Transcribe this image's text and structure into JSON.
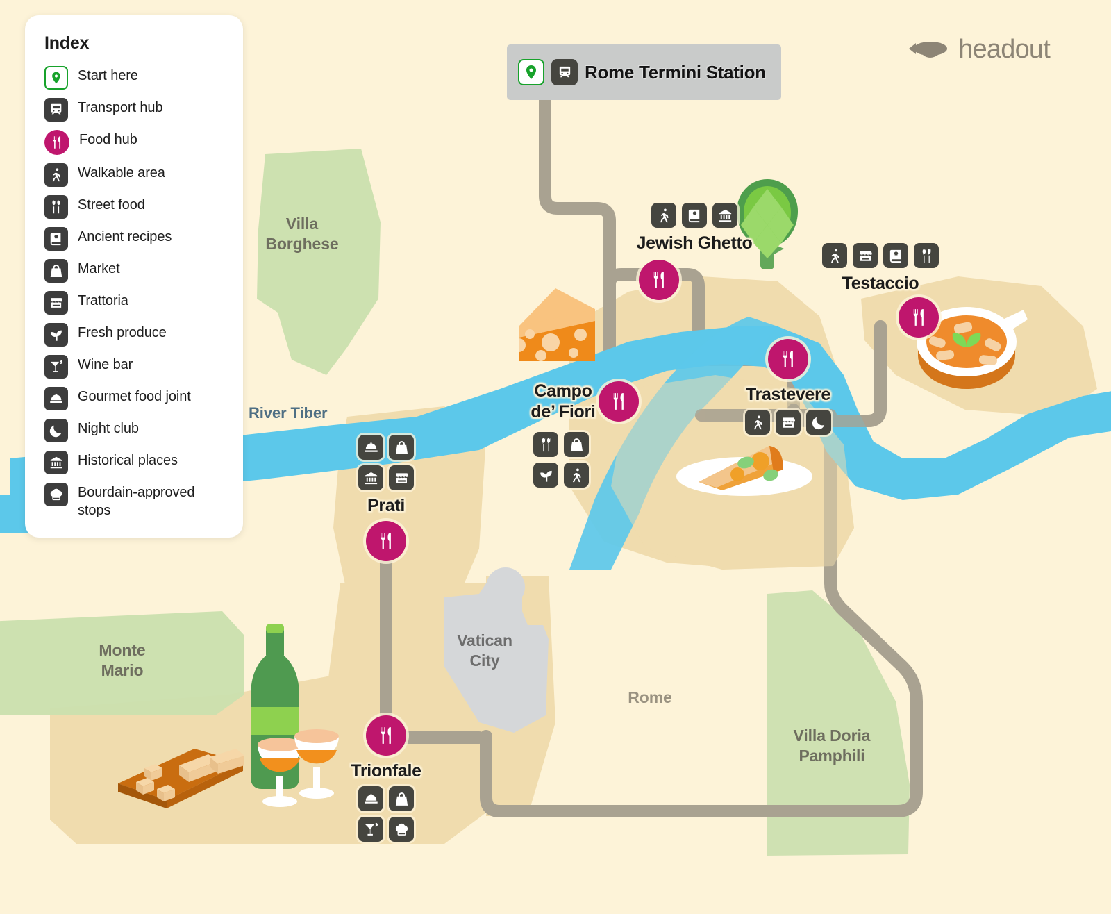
{
  "brand": {
    "name": "headout",
    "logo_icon": "blimp-icon"
  },
  "legend": {
    "title": "Index",
    "items": [
      {
        "label": "Start here",
        "icon": "start-pin-icon",
        "style": "start"
      },
      {
        "label": "Transport hub",
        "icon": "train-icon",
        "style": "dark"
      },
      {
        "label": "Food hub",
        "icon": "fork-knife-icon",
        "style": "pink"
      },
      {
        "label": "Walkable area",
        "icon": "walking-person-icon",
        "style": "dark"
      },
      {
        "label": "Street food",
        "icon": "street-food-icon",
        "style": "dark"
      },
      {
        "label": "Ancient recipes",
        "icon": "recipe-book-icon",
        "style": "dark"
      },
      {
        "label": "Market",
        "icon": "market-bag-icon",
        "style": "dark"
      },
      {
        "label": "Trattoria",
        "icon": "trattoria-icon",
        "style": "dark"
      },
      {
        "label": "Fresh produce",
        "icon": "sprout-icon",
        "style": "dark"
      },
      {
        "label": "Wine bar",
        "icon": "cocktail-glass-icon",
        "style": "dark"
      },
      {
        "label": "Gourmet food joint",
        "icon": "cloche-icon",
        "style": "dark"
      },
      {
        "label": "Night club",
        "icon": "moon-icon",
        "style": "dark"
      },
      {
        "label": "Historical places",
        "icon": "museum-icon",
        "style": "dark"
      },
      {
        "label": "Bourdain-approved stops",
        "icon": "chef-hat-icon",
        "style": "dark"
      }
    ]
  },
  "terminus": {
    "label": "Rome Termini Station",
    "icons": [
      "start-pin-icon",
      "train-icon"
    ]
  },
  "hubs": [
    {
      "id": "jewish-ghetto",
      "name": "Jewish Ghetto",
      "icons": [
        "walking-person-icon",
        "recipe-book-icon",
        "museum-icon"
      ],
      "food_hub": true
    },
    {
      "id": "testaccio",
      "name": "Testaccio",
      "icons": [
        "walking-person-icon",
        "trattoria-icon",
        "recipe-book-icon",
        "street-food-icon"
      ],
      "food_hub": true
    },
    {
      "id": "trastevere",
      "name": "Trastevere",
      "icons": [
        "walking-person-icon",
        "trattoria-icon",
        "moon-icon"
      ],
      "food_hub": true
    },
    {
      "id": "campo-de-fiori",
      "name": "Campo\nde’ Fiori",
      "name_line1": "Campo",
      "name_line2": "de’ Fiori",
      "icons": [
        "street-food-icon",
        "market-bag-icon",
        "sprout-icon",
        "walking-person-icon"
      ],
      "food_hub": true
    },
    {
      "id": "prati",
      "name": "Prati",
      "icons": [
        "cloche-icon",
        "market-bag-icon",
        "museum-icon",
        "trattoria-icon"
      ],
      "food_hub": true
    },
    {
      "id": "trionfale",
      "name": "Trionfale",
      "icons": [
        "cloche-icon",
        "market-bag-icon",
        "cocktail-glass-icon",
        "chef-hat-icon"
      ],
      "food_hub": true
    }
  ],
  "areas": [
    {
      "id": "villa-borghese",
      "line1": "Villa",
      "line2": "Borghese",
      "kind": "park"
    },
    {
      "id": "monte-mario",
      "line1": "Monte",
      "line2": "Mario",
      "kind": "park"
    },
    {
      "id": "villa-doria-pamphili",
      "line1": "Villa Doria",
      "line2": "Pamphili",
      "kind": "park"
    },
    {
      "id": "vatican-city",
      "line1": "Vatican",
      "line2": "City",
      "kind": "state"
    },
    {
      "id": "rome",
      "line1": "Rome",
      "line2": "",
      "kind": "city"
    },
    {
      "id": "river-tiber",
      "line1": "River Tiber",
      "line2": "",
      "kind": "river"
    }
  ],
  "illustrations": [
    {
      "id": "cheese-wedge",
      "name": "cheese-illustration"
    },
    {
      "id": "artichoke",
      "name": "artichoke-illustration"
    },
    {
      "id": "soup-bowl",
      "name": "soup-illustration"
    },
    {
      "id": "pizza-slice",
      "name": "pizza-illustration"
    },
    {
      "id": "wine-bottle",
      "name": "wine-bottle-illustration"
    },
    {
      "id": "cheese-board",
      "name": "cheese-board-illustration"
    },
    {
      "id": "wine-glasses",
      "name": "wine-glasses-illustration"
    }
  ],
  "colors": {
    "background": "#fdf3d8",
    "land": "#f3dfb0",
    "park": "#c9dfae",
    "vatican": "#d4d6d8",
    "river": "#5cc8ea",
    "road": "#a9a291",
    "food_hub": "#bf166d",
    "chip": "#45453f",
    "start_green": "#17a22b",
    "brand_text": "#8d8576"
  }
}
